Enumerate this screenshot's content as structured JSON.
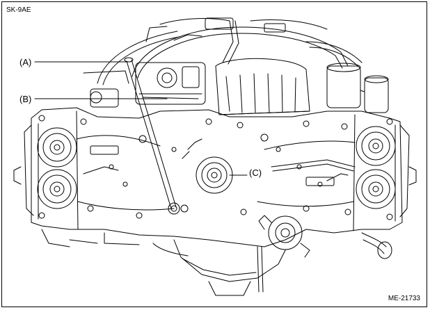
{
  "figure": {
    "code_top_left": "SK-9AE",
    "code_bottom_right": "ME-21733"
  },
  "callouts": {
    "a": "(A)",
    "b": "(B)",
    "c": "(C)"
  },
  "colors": {
    "line": "#000000",
    "background": "#ffffff"
  }
}
